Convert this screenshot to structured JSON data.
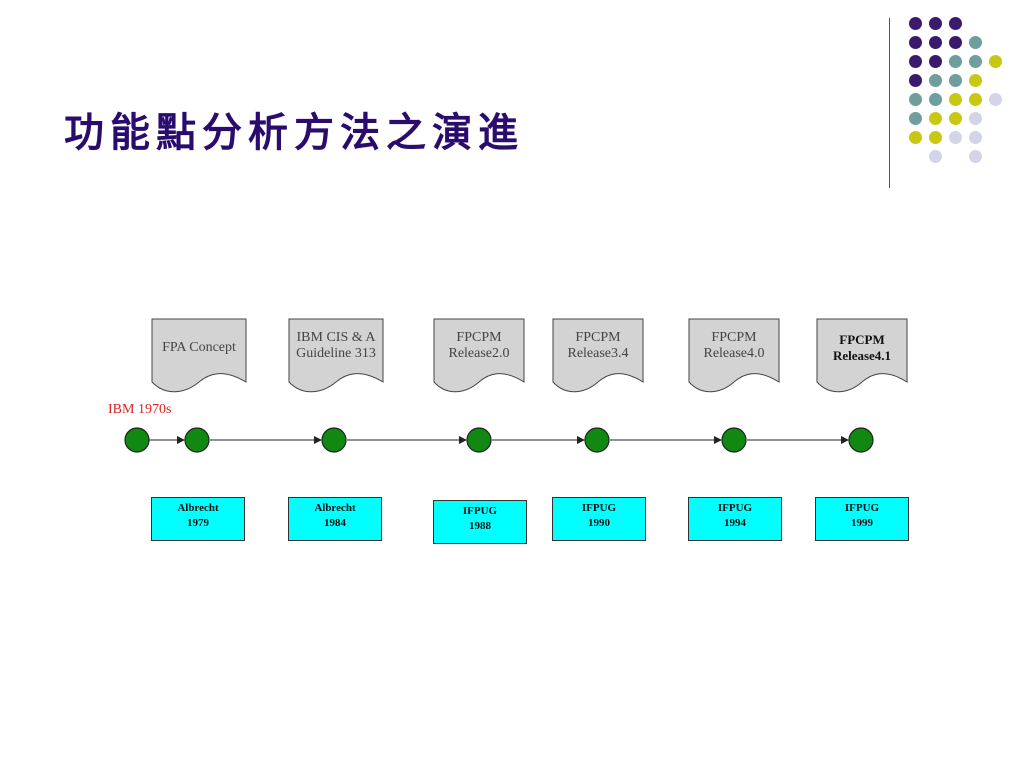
{
  "slide": {
    "title": "功能點分析方法之演進",
    "colors": {
      "title": "#2a0b6e",
      "node": "#118811",
      "box": "#00ffff",
      "doc": "#d3d3d3",
      "origin_label": "#e02020"
    }
  },
  "decor": {
    "dot_colors": {
      "purple": "#3b1a6e",
      "teal": "#6e9e9e",
      "yellow": "#c8c814",
      "lavender": "#d4d4e8"
    }
  },
  "timeline": {
    "origin_label": "IBM 1970s",
    "documents": [
      {
        "lines": [
          "FPA Concept"
        ],
        "bold": false
      },
      {
        "lines": [
          "IBM CIS & A",
          "Guideline 313"
        ],
        "bold": false
      },
      {
        "lines": [
          "FPCPM",
          "Release2.0"
        ],
        "bold": false
      },
      {
        "lines": [
          "FPCPM",
          "Release3.4"
        ],
        "bold": false
      },
      {
        "lines": [
          "FPCPM",
          "Release4.0"
        ],
        "bold": false
      },
      {
        "lines": [
          "FPCPM",
          "Release4.1"
        ],
        "bold": true
      }
    ],
    "boxes": [
      {
        "line1": "Albrecht",
        "line2": "1979"
      },
      {
        "line1": "Albrecht",
        "line2": "1984"
      },
      {
        "line1": "IFPUG",
        "line2": "1988"
      },
      {
        "line1": "IFPUG",
        "line2": "1990"
      },
      {
        "line1": "IFPUG",
        "line2": "1994"
      },
      {
        "line1": "IFPUG",
        "line2": "1999"
      }
    ]
  }
}
